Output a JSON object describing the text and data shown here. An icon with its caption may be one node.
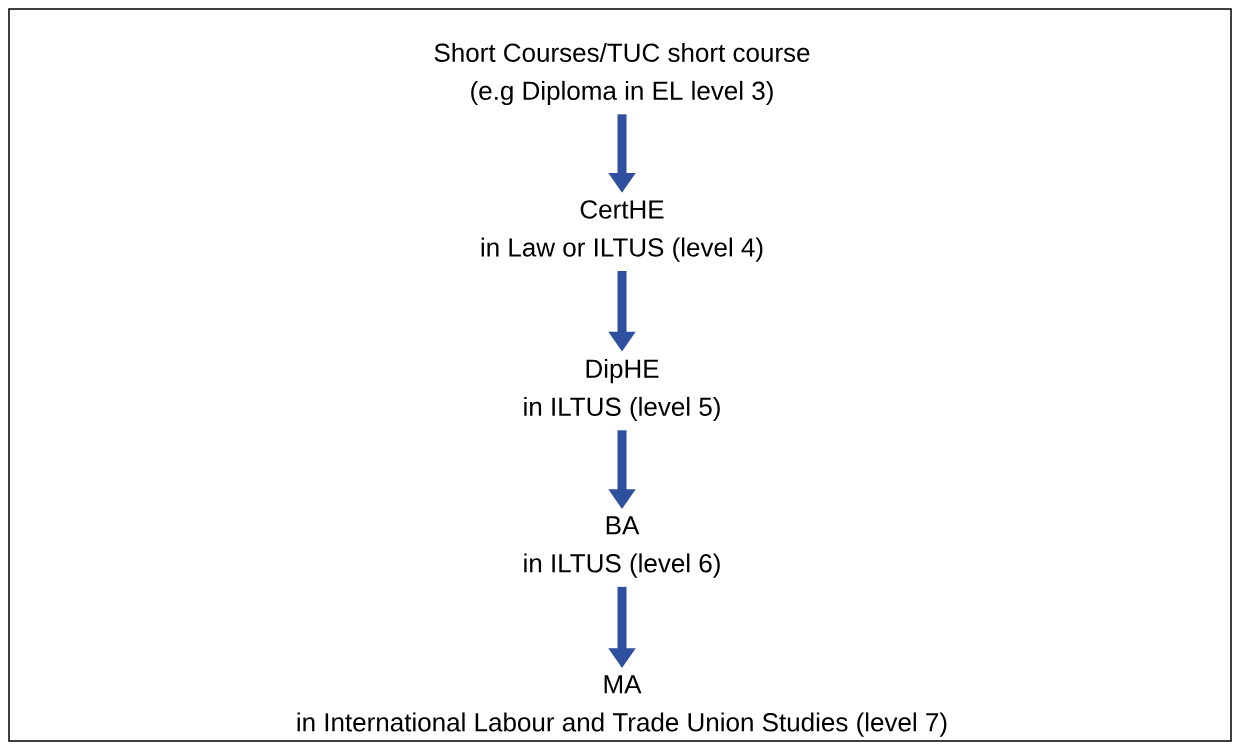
{
  "diagram": {
    "nodes": [
      {
        "text": [
          "Short Courses/TUC short course",
          "(e.g Diploma in EL level 3)"
        ]
      },
      {
        "text": [
          "CertHE",
          "in Law or ILTUS (level 4)"
        ]
      },
      {
        "text": [
          "DipHE",
          "in ILTUS (level 5)"
        ]
      },
      {
        "text": [
          "BA",
          "in ILTUS (level 6)"
        ]
      },
      {
        "text": [
          "MA",
          "in International Labour and Trade Union Studies (level 7)"
        ]
      }
    ],
    "edges": [
      {
        "from": 0,
        "to": 1,
        "arrow": "to"
      },
      {
        "from": 1,
        "to": 2,
        "arrow": "to"
      },
      {
        "from": 2,
        "to": 3,
        "arrow": "to"
      },
      {
        "from": 3,
        "to": 4,
        "arrow": "to"
      }
    ]
  }
}
